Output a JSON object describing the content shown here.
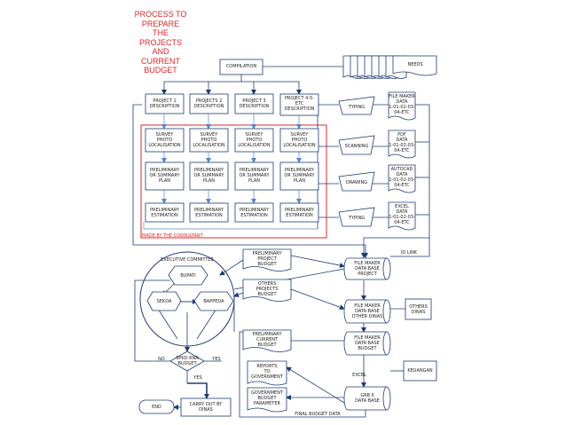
{
  "title": "PROCESS TO\nPREPARE\nTHE\nPROJECTS\nAND\nCURRENT\nBUDGET",
  "compilation": "COMPILATION",
  "needs": "NEEDS",
  "projects": [
    {
      "description": "PROJECT 1\nDESCRIPTION",
      "survey": "SURVEY\nPHOTO\nLOCALISATION",
      "preliminary_plan": "PRELIMINARY\nOR SUMMARY\nPLAN",
      "estimation": "PRELIMINARY\nESTIMATION"
    },
    {
      "description": "PROJECTS 2\nDESCRIPTION",
      "survey": "SURVEY\nPHOTO\nLOCALISATION",
      "preliminary_plan": "PRELIMINARY\nOR SUMMARY\nPLAN",
      "estimation": "PRELIMINARY\nESTIMATION"
    },
    {
      "description": "PROJECT 3\nDESCRIPTION",
      "survey": "SURVEY\nPHOTO\nLOCALISATION",
      "preliminary_plan": "PRELIMINARY\nOR SUMMARY\nPLAN",
      "estimation": "PRELIMINARY\nESTIMATION"
    },
    {
      "description": "PROJECT 4-5-\nETC\nDESCRIPTION",
      "survey": "SURVEY\nPHOTO\nLOCALISATION",
      "preliminary_plan": "PRELIMINARY\nOR SUMMARY\nPLAN",
      "estimation": "PRELIMINARY\nESTIMATION"
    }
  ],
  "made_by": "MADE BY THE CONSULTANT",
  "operations": [
    "TYPING",
    "SCANNING",
    "DRAWING",
    "TYPING"
  ],
  "data_docs": [
    "FILE MAKER\nDATA\n1-01-02-03-\n04-ETC",
    "PDF\nDATA\n1-01-02-03-\n04-ETC",
    "AUTOCAD\nDATA\n1-01-02-03-\n04-ETC",
    "EXCEL\nDATA\n1-01-02-03-\n04-ETC"
  ],
  "id_link": "ID LINK",
  "executive_committee": "EXECUTIVE COMMITTEE",
  "bupati": "BUPATI",
  "sekda": "SEKDA",
  "bappeda": "BAPPEDA",
  "budget_docs": [
    "PRELIMINARY\nPROJECT\nBUDGET",
    "OTHERS\nPROJECTS\nBUDGET",
    "PRELIMINARY\nCURRENT\nBUDGET"
  ],
  "databases": [
    "FILE MAKER\nDATA BASE\nPROJECT",
    "FILE MAKER\nDATA BASE\nOTHER DINAS",
    "FILE MAKER\nDATA BASE\nBUDGET",
    "GRB II\nDATA BASE"
  ],
  "others_dinas": "OTHERS\nDINAS",
  "keuangan": "KEUANGAN",
  "reports": "REPORTS\nTO\nGOVERNMENT",
  "parameter": "GOVERNMENT\nBUDGET\nPARAMETER",
  "excel": "EXCEL",
  "final_budget": "FINAL BUDGET DATA",
  "decision": "SPKD RNA\nBUDGET",
  "no": "NO",
  "yes": "YES",
  "yes2": "YES",
  "carry_out": "CARRY OUT BY\nDINAS",
  "end": "END",
  "colors": {
    "line": "#1f3b73",
    "box_stroke": "#1f3b73",
    "red": "#e0262a",
    "blue_line": "#5b86c5",
    "text": "#222222"
  }
}
